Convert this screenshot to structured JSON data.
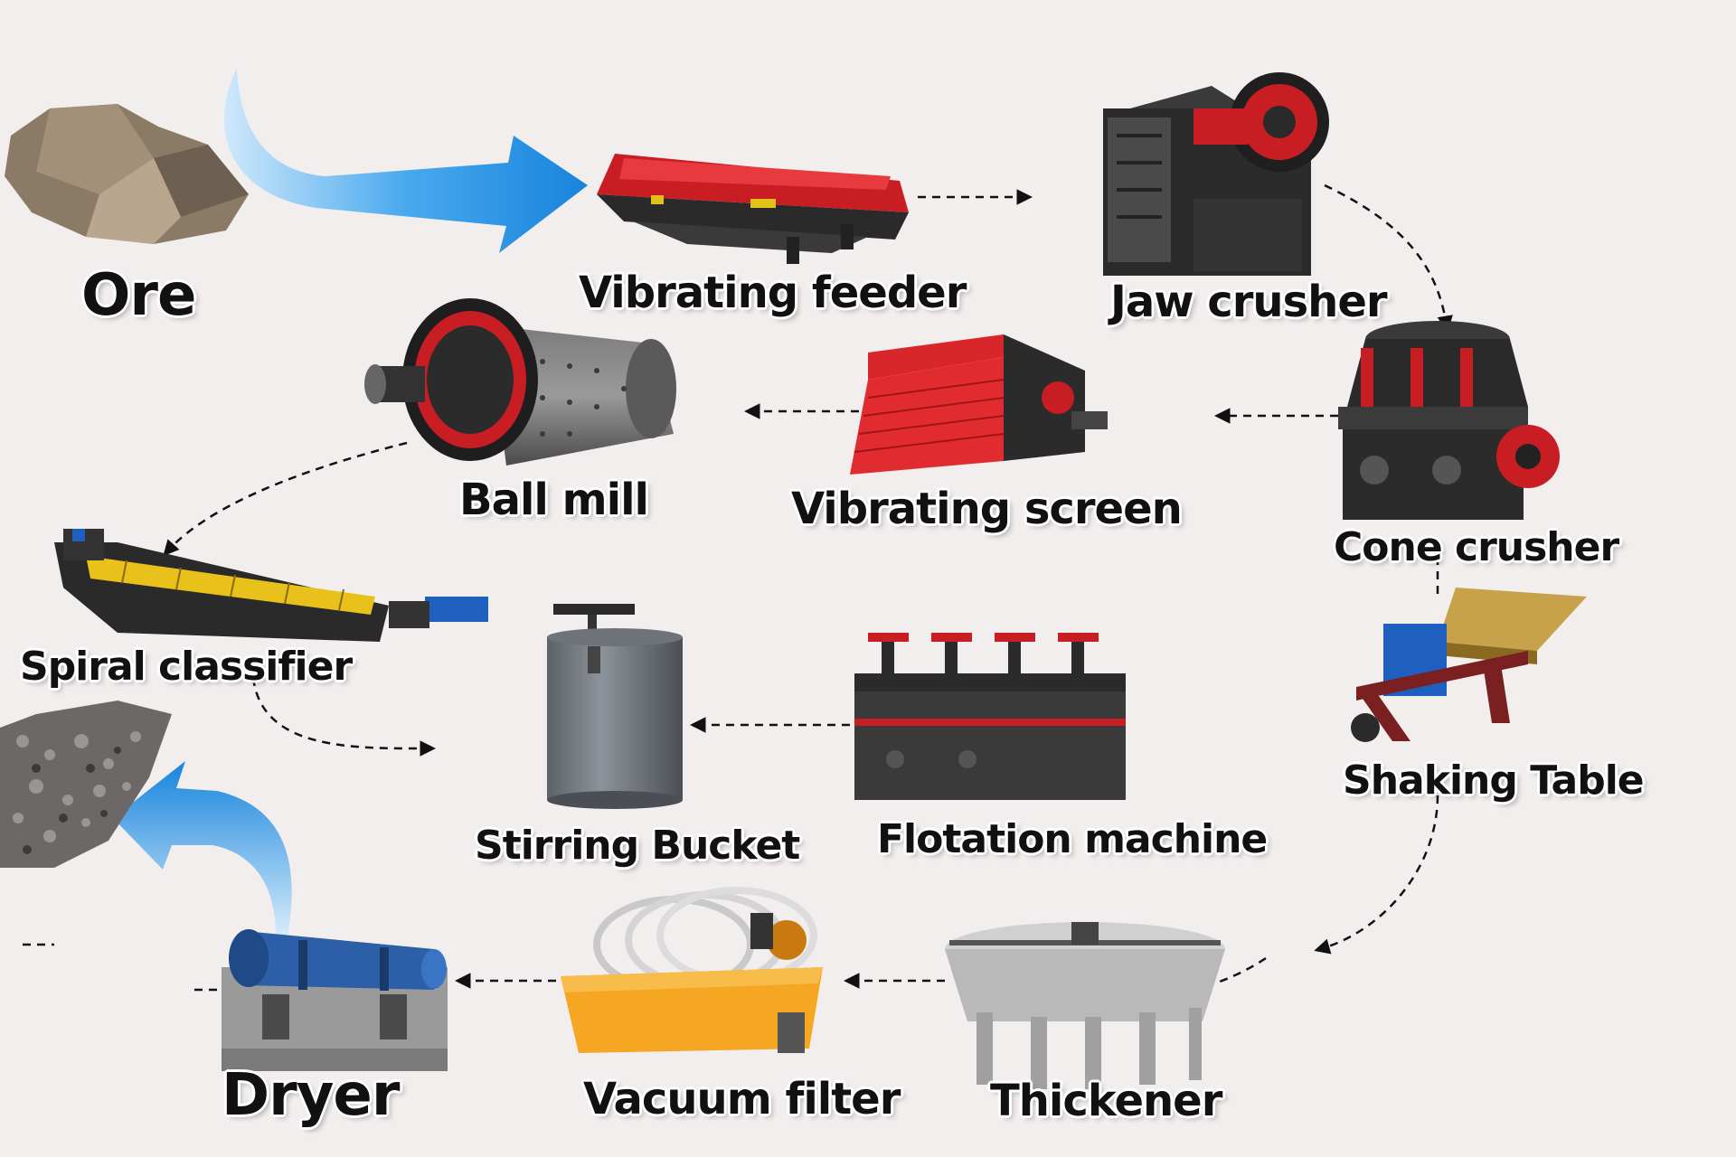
{
  "stages": {
    "ore": "Ore",
    "vibrating_feeder": "Vibrating feeder",
    "jaw_crusher": "Jaw crusher",
    "cone_crusher": "Cone crusher",
    "vibrating_screen": "Vibrating screen",
    "ball_mill": "Ball mill",
    "spiral_classifier": "Spiral classifier",
    "stirring_bucket": "Stirring Bucket",
    "flotation_machine": "Flotation machine",
    "shaking_table": "Shaking Table",
    "thickener": "Thickener",
    "vacuum_filter": "Vacuum filter",
    "dryer": "Dryer"
  },
  "colors": {
    "background": "#f3eeee",
    "equipment_red": "#d9262a",
    "equipment_dark": "#2b2b2b",
    "arrow_blue": "#1e8fe0",
    "filter_orange": "#f5a623",
    "concrete_gray": "#b9b9b9",
    "blue_motor": "#1f5fbf",
    "yellow_screen": "#e8c21a"
  }
}
